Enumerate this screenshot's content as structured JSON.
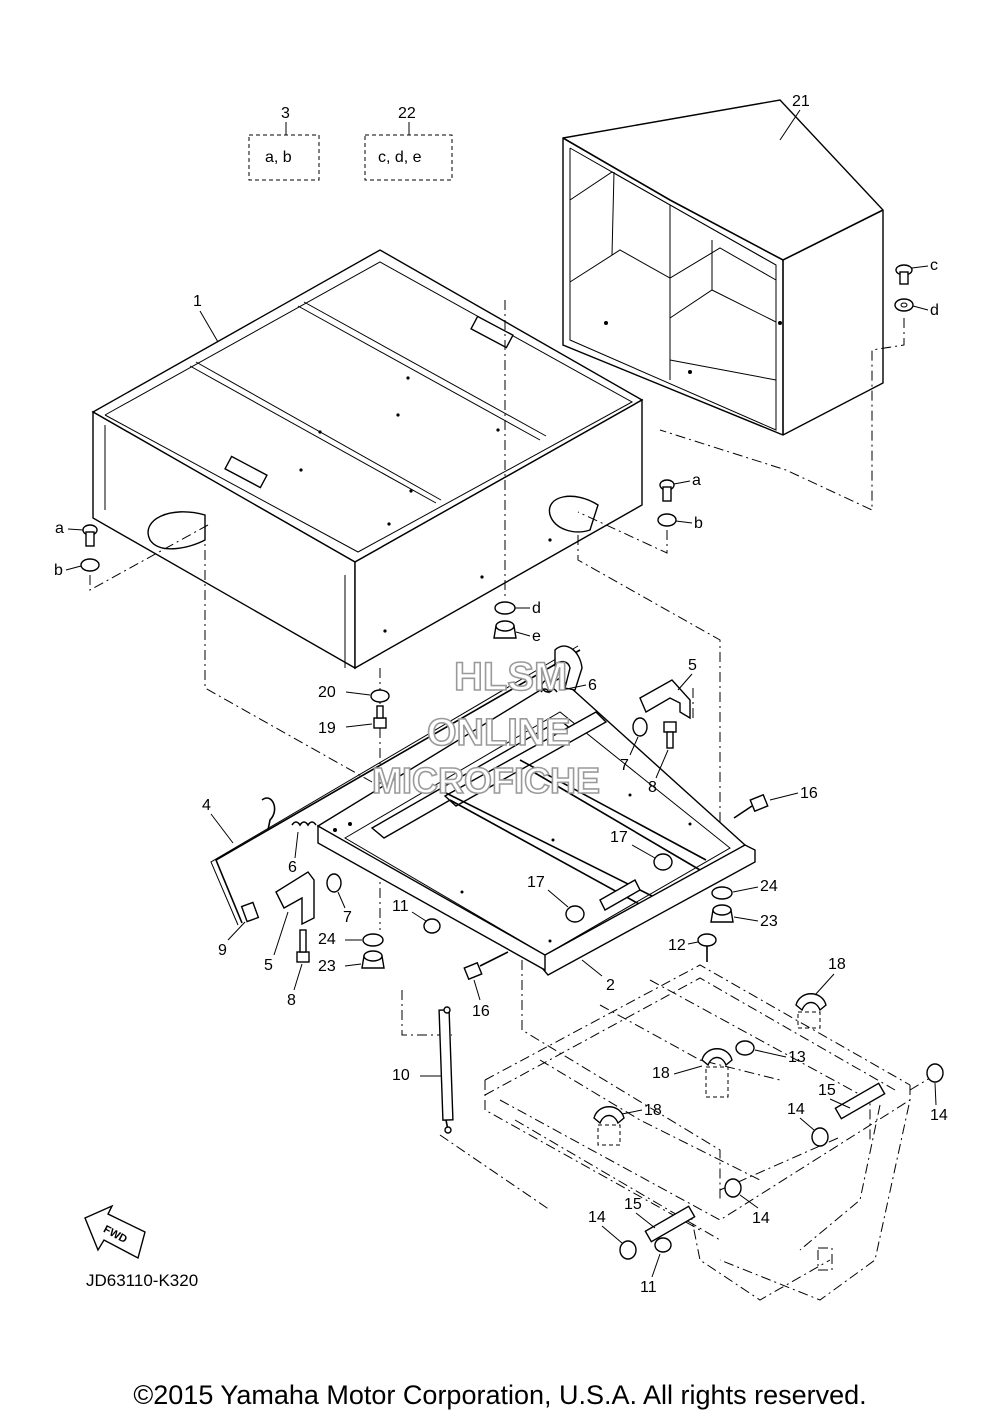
{
  "diagram": {
    "kit_boxes": [
      {
        "number": "3",
        "contents": "a, b"
      },
      {
        "number": "22",
        "contents": "c, d, e"
      }
    ],
    "callouts": {
      "n1": "1",
      "n2": "2",
      "n4": "4",
      "n5a": "5",
      "n5b": "5",
      "n6a": "6",
      "n6b": "6",
      "n7a": "7",
      "n7b": "7",
      "n8a": "8",
      "n8b": "8",
      "n9": "9",
      "n10": "10",
      "n11a": "11",
      "n11b": "11",
      "n12": "12",
      "n13": "13",
      "n14a": "14",
      "n14b": "14",
      "n14c": "14",
      "n14d": "14",
      "n15a": "15",
      "n15b": "15",
      "n16a": "16",
      "n16b": "16",
      "n17a": "17",
      "n17b": "17",
      "n18a": "18",
      "n18b": "18",
      "n18c": "18",
      "n19": "19",
      "n20": "20",
      "n21": "21",
      "n23a": "23",
      "n23b": "23",
      "n24a": "24",
      "n24b": "24",
      "la1": "a",
      "lb1": "b",
      "la2": "a",
      "lb2": "b",
      "lc": "c",
      "ld1": "d",
      "ld2": "d",
      "le": "e"
    },
    "watermark": [
      "HLSM",
      "ONLINE",
      "MICROFICHE"
    ],
    "fwd_label": "FWD",
    "drawing_code": "JD63110-K320"
  },
  "footer": {
    "copyright": "©2015 Yamaha Motor Corporation, U.S.A. All rights reserved."
  }
}
